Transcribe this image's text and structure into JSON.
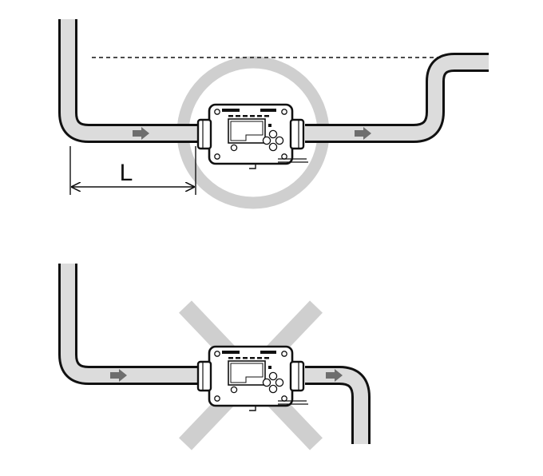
{
  "colors": {
    "pipe_wall": "#111111",
    "pipe_bore": "#dcdcdc",
    "flow_arrow": "#6e6e6e",
    "ok_ring": "#cfcfcf",
    "ng_cross": "#cfcfcf",
    "body": "#ffffff",
    "outline": "#111111"
  },
  "diagrams": {
    "correct": {
      "indicator_icon": "correct-ring-icon",
      "flow_direction": "left-to-right",
      "straight_run_label": "L"
    },
    "incorrect": {
      "indicator_icon": "incorrect-cross-icon",
      "flow_direction": "left-to-right"
    }
  },
  "device": {
    "icon": "flow-sensor-icon",
    "keypad_icon": "four-way-keypad-icon"
  }
}
